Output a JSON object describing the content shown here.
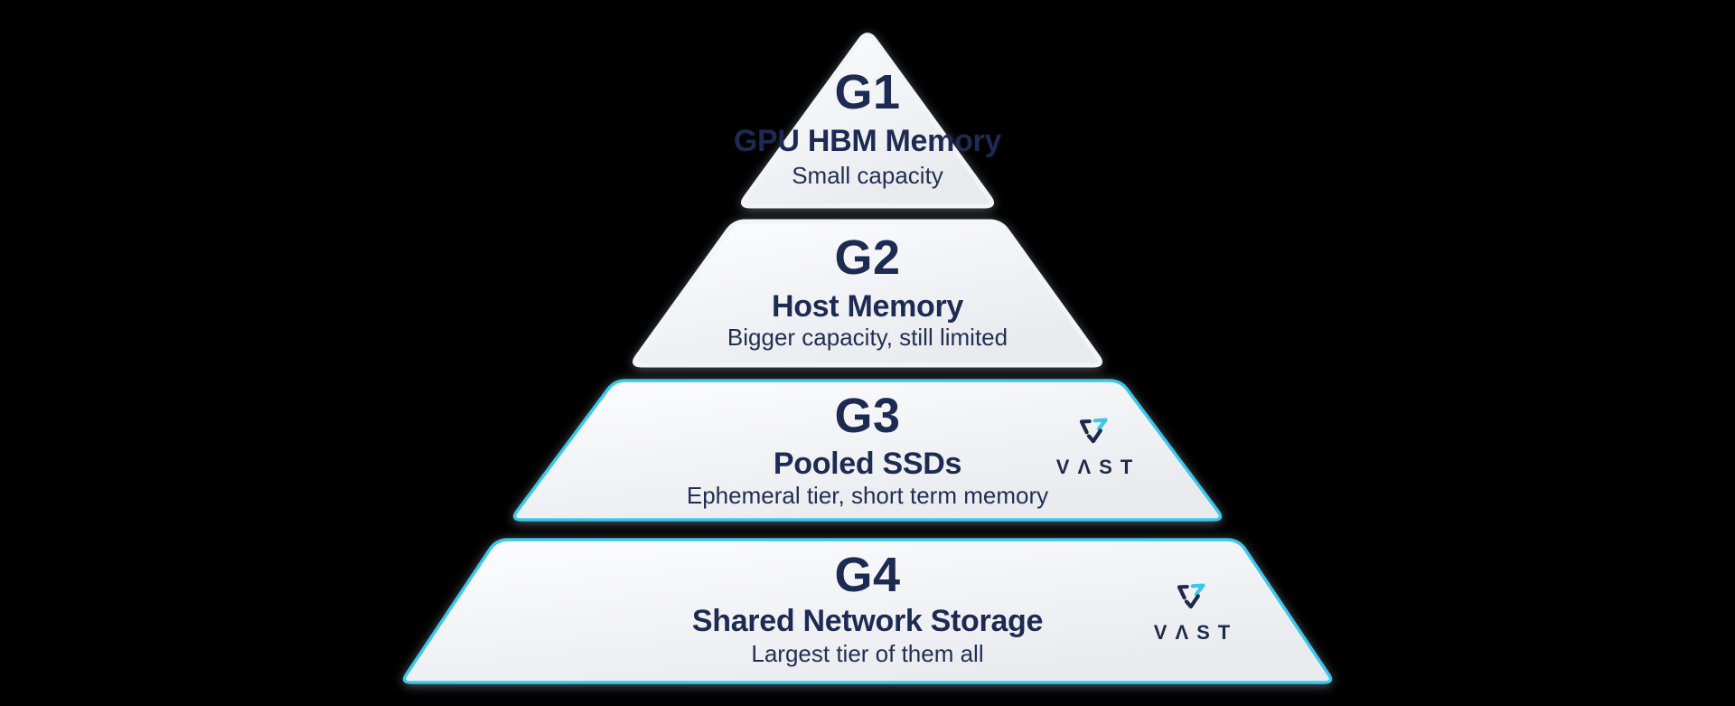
{
  "background_color": "#000000",
  "colors": {
    "accent_cyan": "#3ac8ea",
    "navy_text": "#1d2a52",
    "subtitle_text": "#232f52",
    "tier_fill_light": "#fdfdfe",
    "tier_fill_dark": "#e8eaee"
  },
  "pyramid": {
    "tiers": [
      {
        "code": "G1",
        "title": "GPU HBM Memory",
        "subtitle": "Small capacity",
        "highlighted": false,
        "has_logo": false
      },
      {
        "code": "G2",
        "title": "Host Memory",
        "subtitle": "Bigger capacity, still limited",
        "highlighted": false,
        "has_logo": false
      },
      {
        "code": "G3",
        "title": "Pooled SSDs",
        "subtitle": "Ephemeral tier, short term memory",
        "highlighted": true,
        "has_logo": true
      },
      {
        "code": "G4",
        "title": "Shared Network Storage",
        "subtitle": "Largest tier of them all",
        "highlighted": true,
        "has_logo": true
      }
    ]
  },
  "logo": {
    "brand": "VAST",
    "wordmark_display": "VΛST"
  }
}
